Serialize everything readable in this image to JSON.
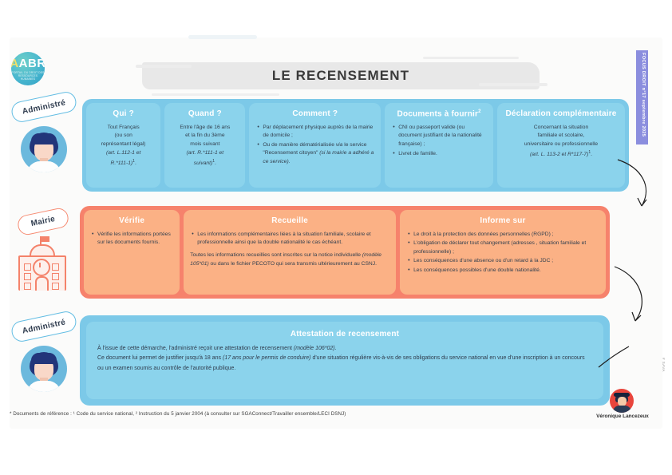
{
  "logo": {
    "main": "ABR",
    "sub": "PORTAIL DU DROIT DES RESSOURCES HUMAINES"
  },
  "header": {
    "title": "LE RECENSEMENT",
    "ribbon": "FOCUS DROIT n°17 septembre 2025"
  },
  "badges": {
    "administre_1": "Administré",
    "mairie": "Mairie",
    "administre_2": "Administré"
  },
  "row_administre": {
    "cards": [
      {
        "title": "Qui ?",
        "lines": [
          "Tout Français",
          "(ou son",
          "représentant légal)",
          "(art. L.112-1 et",
          "R.*111-1)"
        ],
        "italic_from": 3,
        "sup": "1"
      },
      {
        "title": "Quand ?",
        "lines": [
          "Entre l'âge de 16 ans",
          "et la fin du 3ème",
          "mois suivant",
          "(art. R.*111-1 et",
          "suivant)"
        ],
        "italic_from": 3,
        "sup": "1"
      },
      {
        "title": "Comment ?",
        "bullets": [
          {
            "text": "Par déplacement physique auprès de la mairie de domicile ;"
          },
          {
            "text": "Ou de manière dématérialisée ",
            "italic": "via",
            "text2": " le service \"Recensement citoyen\" ",
            "italic2": "(si la mairie a adhéré a ce service)",
            "text3": "."
          }
        ]
      },
      {
        "title": "Documents à fournir",
        "sup": "2",
        "bullets": [
          {
            "text": "CNI ou passeport valide (ou document justifiant de la nationalité française) ;"
          },
          {
            "text": "Livret de famille."
          }
        ]
      },
      {
        "title": "Déclaration complémentaire",
        "lines": [
          "Concernant la situation",
          "familiale et scolaire,",
          "universitaire ou professionnelle",
          "(art. L. 113-2 et R*117-7)"
        ],
        "italic_from": 3,
        "sup": "1"
      }
    ]
  },
  "row_mairie": {
    "cards": [
      {
        "title": "Vérifie",
        "bullets": [
          {
            "text": "Vérifie les informations portées sur les documents fournis."
          }
        ]
      },
      {
        "title": "Recueille",
        "bullets": [
          {
            "text": "Les informations complémentaires liées à la situation familiale, scolaire et professionnelle ainsi que la double nationalité le cas échéant."
          }
        ],
        "note_pre": "Toutes les informations recueillies sont inscrites sur la notice individuelle ",
        "note_it": "(modèle 105*01)",
        "note_post": " ou dans le fichier PECOTO qui sera transmis ultérieurement au CSNJ."
      },
      {
        "title": "Informe sur",
        "bullets": [
          {
            "text": "Le droit à la protection des données personnelles (RGPD) ;"
          },
          {
            "text": "L'obligation de déclarer tout changement (adresses , situation familiale et professionnelle) ;"
          },
          {
            "text": "Les conséquences d'une absence ou d'un retard à la JDC ;"
          },
          {
            "text": "Les conséquences possibles d'une double nationalité."
          }
        ]
      }
    ]
  },
  "row_attestation": {
    "title": "Attestation de recensement",
    "p1_pre": "À l'issue de cette démarche, l'administré reçoit une attestation de recensement ",
    "p1_it": "(modèle 106*02)",
    "p1_post": ".",
    "p2_pre": "Ce document lui permet de justifier jusqu'à 18 ans ",
    "p2_it": "(17 ans pour le permis de conduire)",
    "p2_post": " d'une situation régulière vis-à-vis de ses obligations du service national en vue d'une inscription à un concours ou un examen soumis au contrôle de l'autorité publique."
  },
  "footer": {
    "text": "* Documents de référence : ¹ Code du service national, ² Instruction du 5 janvier 2004 (à consulter sur SGAConnect/Travailler ensemble/LECI DSNJ)"
  },
  "author": {
    "name": "Véronique Lancezeux",
    "corner_code": "# SAVA"
  },
  "colors": {
    "blue_row": "#7cc9e8",
    "blue_card": "#8bd3ec",
    "orange_row": "#f6826c",
    "orange_card": "#fbb185",
    "ribbon": "#8b8ede",
    "title_text": "#3a3a3a"
  }
}
